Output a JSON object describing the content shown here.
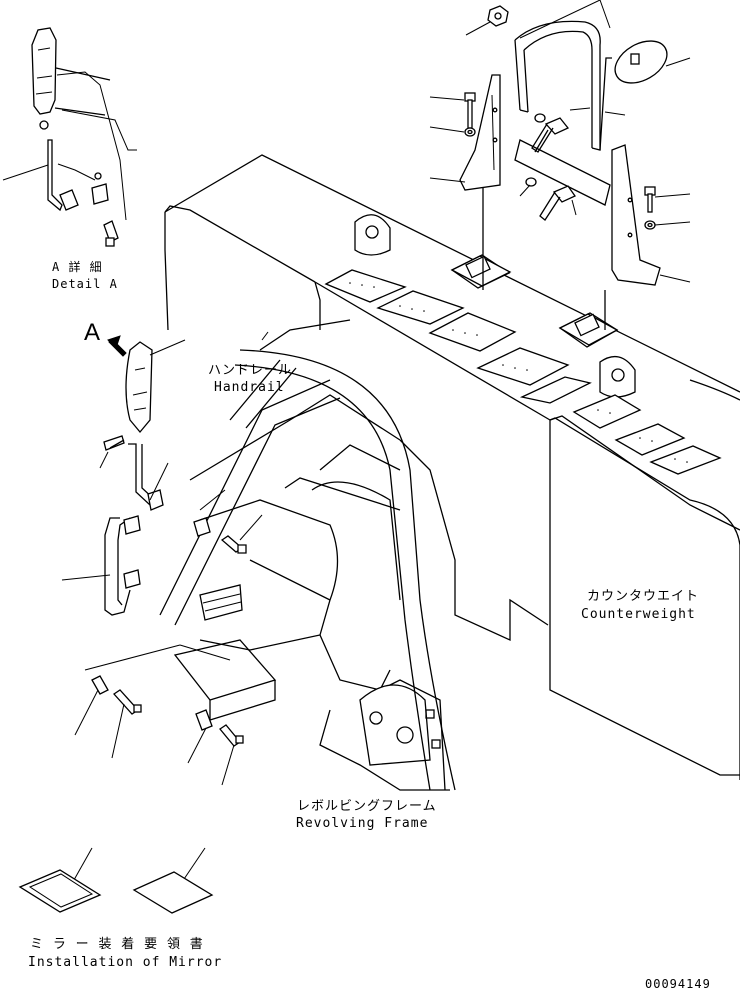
{
  "labels": {
    "detail_a_jp": "A 詳 細",
    "detail_a_en": "Detail A",
    "view_marker": "A",
    "handrail_jp": "ハンドレール",
    "handrail_en": "Handrail",
    "counterweight_jp": "カウンタウエイト",
    "counterweight_en": "Counterweight",
    "revolving_frame_jp": "レボルビングフレーム",
    "revolving_frame_en": "Revolving Frame",
    "manual_jp": "ミ ラ ー 装 着 要 領 書",
    "manual_en": "Installation of Mirror",
    "drawing_number": "00094149"
  }
}
